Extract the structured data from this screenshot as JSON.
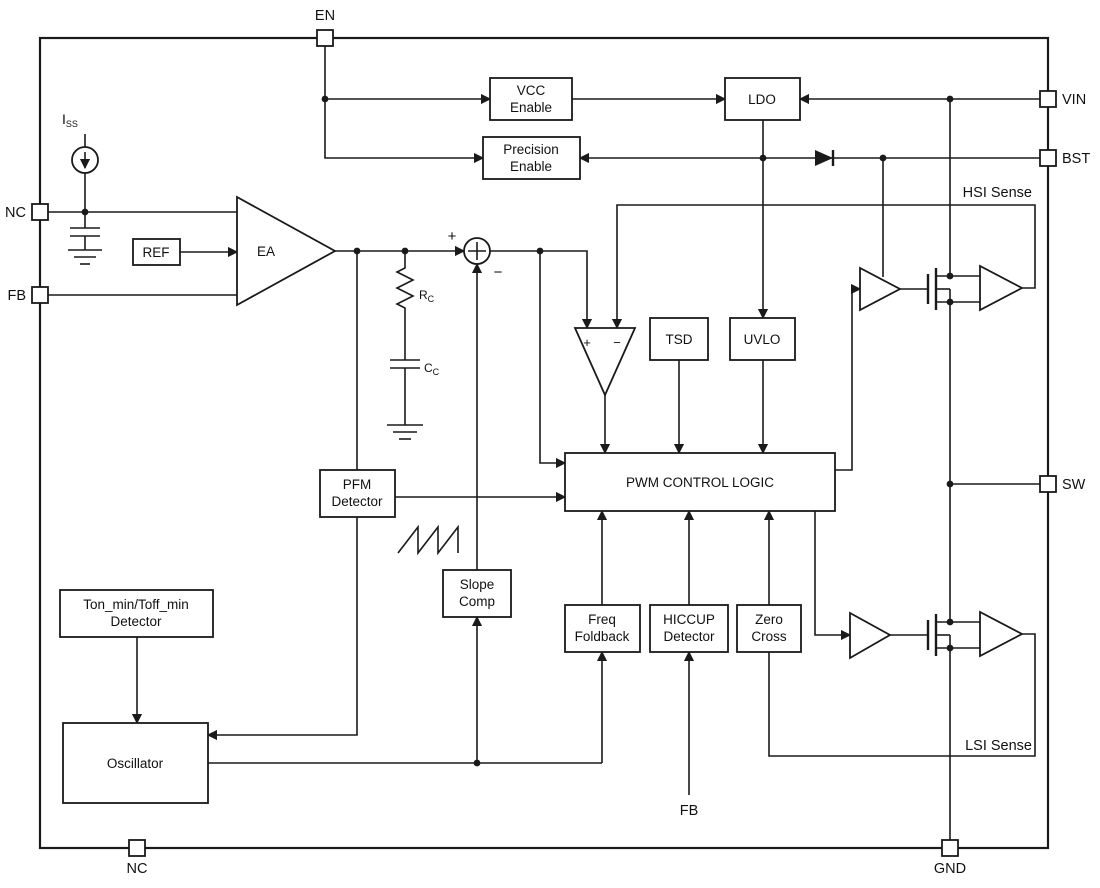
{
  "pins": {
    "en": "EN",
    "nc_left": "NC",
    "fb_left": "FB",
    "vin": "VIN",
    "bst": "BST",
    "sw": "SW",
    "gnd": "GND",
    "nc_bottom": "NC"
  },
  "signals": {
    "fb_bottom": "FB",
    "hsi_sense": "HSI Sense",
    "lsi_sense": "LSI Sense"
  },
  "blocks": {
    "vcc_enable": [
      "VCC",
      "Enable"
    ],
    "ldo": [
      "LDO"
    ],
    "precision_enable": [
      "Precision",
      "Enable"
    ],
    "ref": [
      "REF"
    ],
    "error_amplifier": [
      "EA"
    ],
    "tsd": [
      "TSD"
    ],
    "uvlo": [
      "UVLO"
    ],
    "pwm_control_logic": [
      "PWM CONTROL LOGIC"
    ],
    "pfm_detector": [
      "PFM",
      "Detector"
    ],
    "slope_comp": [
      "Slope",
      "Comp"
    ],
    "freq_foldback": [
      "Freq",
      "Foldback"
    ],
    "hiccup_detector": [
      "HICCUP",
      "Detector"
    ],
    "zero_cross": [
      "Zero",
      "Cross"
    ],
    "ton_toff_detector": [
      "Ton_min/Toff_min",
      "Detector"
    ],
    "oscillator": [
      "Oscillator"
    ]
  },
  "component_labels": {
    "iss": {
      "base": "I",
      "sub": "SS"
    },
    "rc": {
      "base": "R",
      "sub": "C"
    },
    "cc": {
      "base": "C",
      "sub": "C"
    }
  },
  "operators": {
    "sum_plus": "+",
    "sum_minus": "−",
    "comp_plus": "+",
    "comp_minus": "−"
  },
  "colors": {
    "stroke": "#1a1a1a",
    "background": "#ffffff",
    "block_fill": "#ffffff"
  }
}
